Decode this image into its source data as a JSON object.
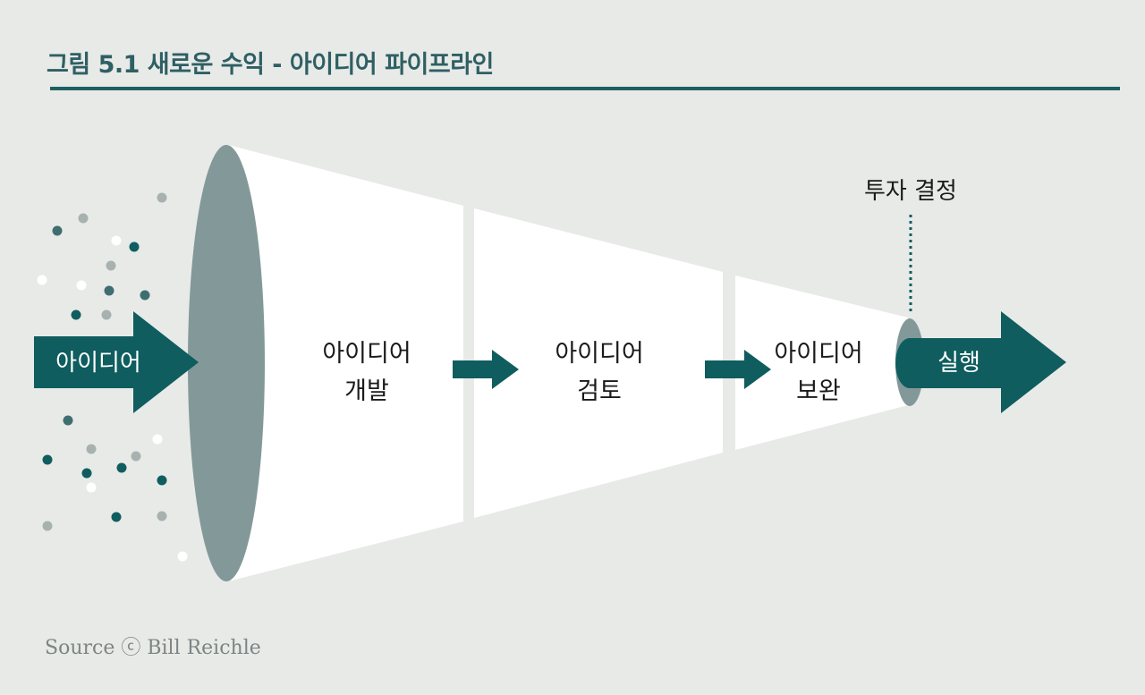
{
  "title": "그림 5.1 새로운 수익 - 아이디어 파이프라인",
  "source": "Source ⓒ Bill Reichle",
  "input_arrow": {
    "label": "아이디어"
  },
  "stages": [
    {
      "line1": "아이디어",
      "line2": "개발"
    },
    {
      "line1": "아이디어",
      "line2": "검토"
    },
    {
      "line1": "아이디어",
      "line2": "보완"
    }
  ],
  "decision": {
    "label": "투자 결정"
  },
  "output_arrow": {
    "label": "실행"
  },
  "colors": {
    "background": "#e8eae8",
    "teal": "#0f5d5f",
    "funnel_mouth": "#839999",
    "funnel_body": "#ffffff",
    "dot_gray": "#a7b2b0"
  }
}
